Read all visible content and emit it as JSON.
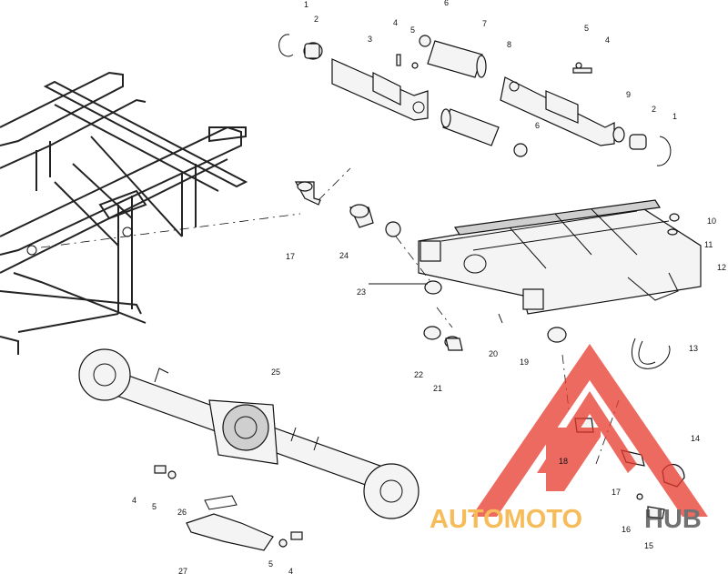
{
  "diagram": {
    "callouts": [
      {
        "id": "c1a",
        "label": "1"
      },
      {
        "id": "c2a",
        "label": "2"
      },
      {
        "id": "c3",
        "label": "3"
      },
      {
        "id": "c4a",
        "label": "4"
      },
      {
        "id": "c5a",
        "label": "5"
      },
      {
        "id": "c6a",
        "label": "6"
      },
      {
        "id": "c7",
        "label": "7"
      },
      {
        "id": "c8",
        "label": "8"
      },
      {
        "id": "c5b",
        "label": "5"
      },
      {
        "id": "c4b",
        "label": "4"
      },
      {
        "id": "c9",
        "label": "9"
      },
      {
        "id": "c2b",
        "label": "2"
      },
      {
        "id": "c1b",
        "label": "1"
      },
      {
        "id": "c6b",
        "label": "6"
      },
      {
        "id": "c10",
        "label": "10"
      },
      {
        "id": "c11",
        "label": "11"
      },
      {
        "id": "c12",
        "label": "12"
      },
      {
        "id": "c17a",
        "label": "17"
      },
      {
        "id": "c24",
        "label": "24"
      },
      {
        "id": "c23",
        "label": "23"
      },
      {
        "id": "c20",
        "label": "20"
      },
      {
        "id": "c13",
        "label": "13"
      },
      {
        "id": "c19",
        "label": "19"
      },
      {
        "id": "c22",
        "label": "22"
      },
      {
        "id": "c21",
        "label": "21"
      },
      {
        "id": "c25",
        "label": "25"
      },
      {
        "id": "c14",
        "label": "14"
      },
      {
        "id": "c18",
        "label": "18"
      },
      {
        "id": "c17b",
        "label": "17"
      },
      {
        "id": "c16",
        "label": "16"
      },
      {
        "id": "c15",
        "label": "15"
      },
      {
        "id": "c4c",
        "label": "4"
      },
      {
        "id": "c5c",
        "label": "5"
      },
      {
        "id": "c26",
        "label": "26"
      },
      {
        "id": "c5d",
        "label": "5"
      },
      {
        "id": "c4d",
        "label": "4"
      },
      {
        "id": "c27",
        "label": "27"
      }
    ]
  },
  "watermark": {
    "text_part1": "AUTOMOTO",
    "text_part2": "HUB",
    "color_primary": "#e8392c",
    "color_secondary": "#f5a623",
    "color_dark": "#444444"
  }
}
